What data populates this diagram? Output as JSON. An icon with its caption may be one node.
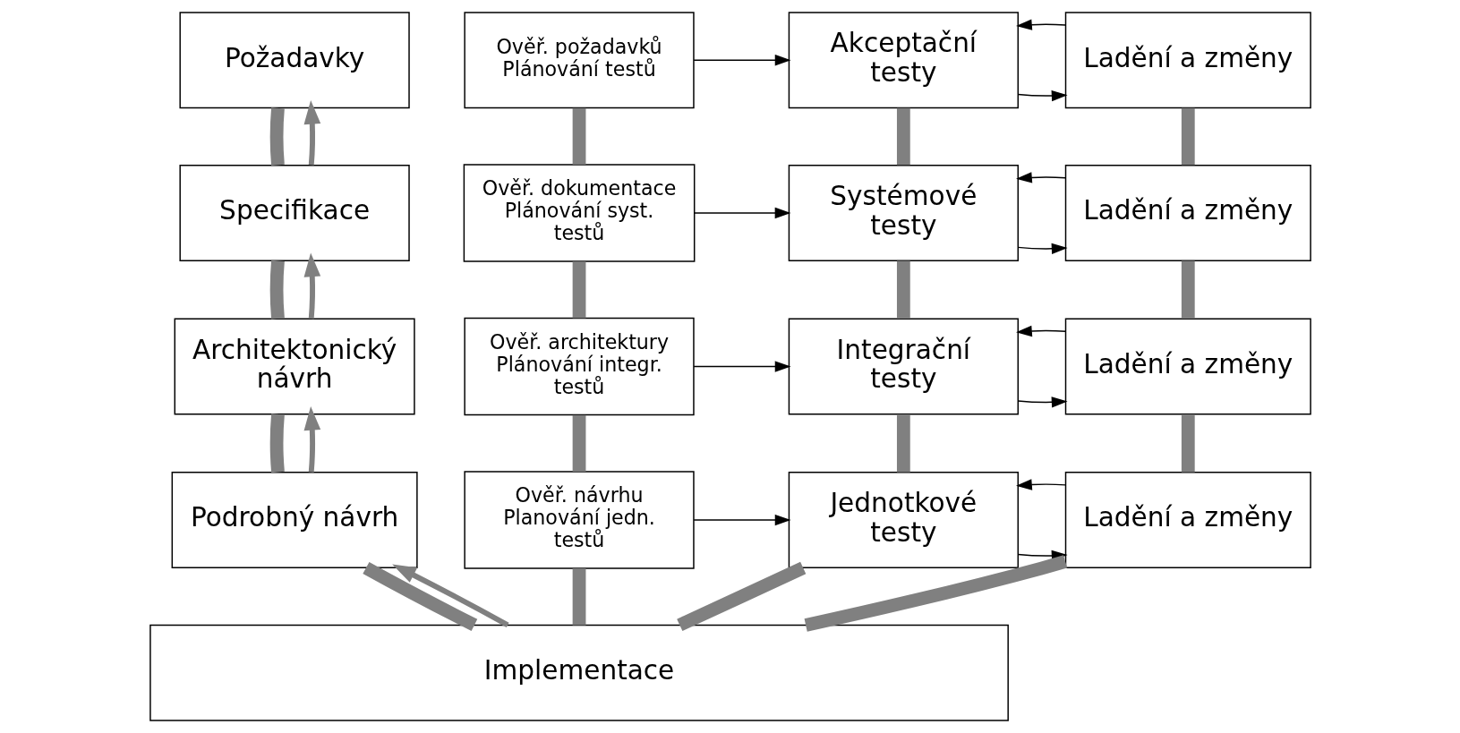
{
  "diagram": {
    "nodes": [
      {
        "text": [
          "Požadavky"
        ]
      },
      {
        "text": [
          "Ověř. požadavků Plánování testů"
        ]
      },
      {
        "text": [
          "Akceptační testy"
        ]
      },
      {
        "text": [
          "Ladění a změny"
        ]
      },
      {
        "text": [
          "Specifikace"
        ]
      },
      {
        "text": [
          "Ověř. dokumentace Plánování syst. testů"
        ]
      },
      {
        "text": [
          "Systémové testy"
        ]
      },
      {
        "text": [
          "Ladění a změny"
        ]
      },
      {
        "text": [
          "Architektonický návrh"
        ]
      },
      {
        "text": [
          "Ověř. architektury Plánování integr. testů"
        ]
      },
      {
        "text": [
          "Integrační testy"
        ]
      },
      {
        "text": [
          "Ladění a změny"
        ]
      },
      {
        "text": [
          "Podrobný návrh"
        ]
      },
      {
        "text": [
          "Ověř. návrhu Planování jedn. testů"
        ]
      },
      {
        "text": [
          "Jednotkové testy"
        ]
      },
      {
        "text": [
          "Ladění a změny"
        ]
      },
      {
        "text": [
          "Implementace"
        ]
      }
    ],
    "edges": [
      {
        "from": 0,
        "to": 4,
        "arrow": "none",
        "style": "thick",
        "color": "#808080"
      },
      {
        "from": 4,
        "to": 8,
        "arrow": "none",
        "style": "thick",
        "color": "#808080"
      },
      {
        "from": 8,
        "to": 12,
        "arrow": "none",
        "style": "thick",
        "color": "#808080"
      },
      {
        "from": 12,
        "to": 16,
        "arrow": "none",
        "style": "thick",
        "color": "#808080"
      },
      {
        "from": 1,
        "to": 5,
        "arrow": "none",
        "style": "thick",
        "color": "#808080"
      },
      {
        "from": 5,
        "to": 9,
        "arrow": "none",
        "style": "thick",
        "color": "#808080"
      },
      {
        "from": 9,
        "to": 13,
        "arrow": "none",
        "style": "thick",
        "color": "#808080"
      },
      {
        "from": 13,
        "to": 16,
        "arrow": "none",
        "style": "thick",
        "color": "#808080"
      },
      {
        "from": 16,
        "to": 14,
        "arrow": "none",
        "style": "thick",
        "color": "#808080"
      },
      {
        "from": 14,
        "to": 10,
        "arrow": "none",
        "style": "thick",
        "color": "#808080"
      },
      {
        "from": 10,
        "to": 6,
        "arrow": "none",
        "style": "thick",
        "color": "#808080"
      },
      {
        "from": 6,
        "to": 2,
        "arrow": "none",
        "style": "thick",
        "color": "#808080"
      },
      {
        "from": 16,
        "to": 15,
        "arrow": "none",
        "style": "thick",
        "color": "#808080"
      },
      {
        "from": 15,
        "to": 11,
        "arrow": "none",
        "style": "thick",
        "color": "#808080"
      },
      {
        "from": 11,
        "to": 7,
        "arrow": "none",
        "style": "thick",
        "color": "#808080"
      },
      {
        "from": 7,
        "to": 3,
        "arrow": "none",
        "style": "thick",
        "color": "#808080"
      },
      {
        "from": 1,
        "to": 2,
        "arrow": "to",
        "color": "#000000"
      },
      {
        "from": 5,
        "to": 6,
        "arrow": "to",
        "color": "#000000"
      },
      {
        "from": 9,
        "to": 10,
        "arrow": "to",
        "color": "#000000"
      },
      {
        "from": 13,
        "to": 14,
        "arrow": "to",
        "color": "#000000"
      },
      {
        "from": 2,
        "to": 3,
        "arrow": "to",
        "color": "#000000"
      },
      {
        "from": 3,
        "to": 2,
        "arrow": "to",
        "color": "#000000"
      },
      {
        "from": 6,
        "to": 7,
        "arrow": "to",
        "color": "#000000"
      },
      {
        "from": 7,
        "to": 6,
        "arrow": "to",
        "color": "#000000"
      },
      {
        "from": 10,
        "to": 11,
        "arrow": "to",
        "color": "#000000"
      },
      {
        "from": 11,
        "to": 10,
        "arrow": "to",
        "color": "#000000"
      },
      {
        "from": 14,
        "to": 15,
        "arrow": "to",
        "color": "#000000"
      },
      {
        "from": 15,
        "to": 14,
        "arrow": "to",
        "color": "#000000"
      },
      {
        "from": 4,
        "to": 0,
        "arrow": "to",
        "color": "#808080"
      },
      {
        "from": 8,
        "to": 4,
        "arrow": "to",
        "color": "#808080"
      },
      {
        "from": 12,
        "to": 8,
        "arrow": "to",
        "color": "#808080"
      },
      {
        "from": 16,
        "to": 12,
        "arrow": "to",
        "color": "#808080"
      }
    ]
  }
}
